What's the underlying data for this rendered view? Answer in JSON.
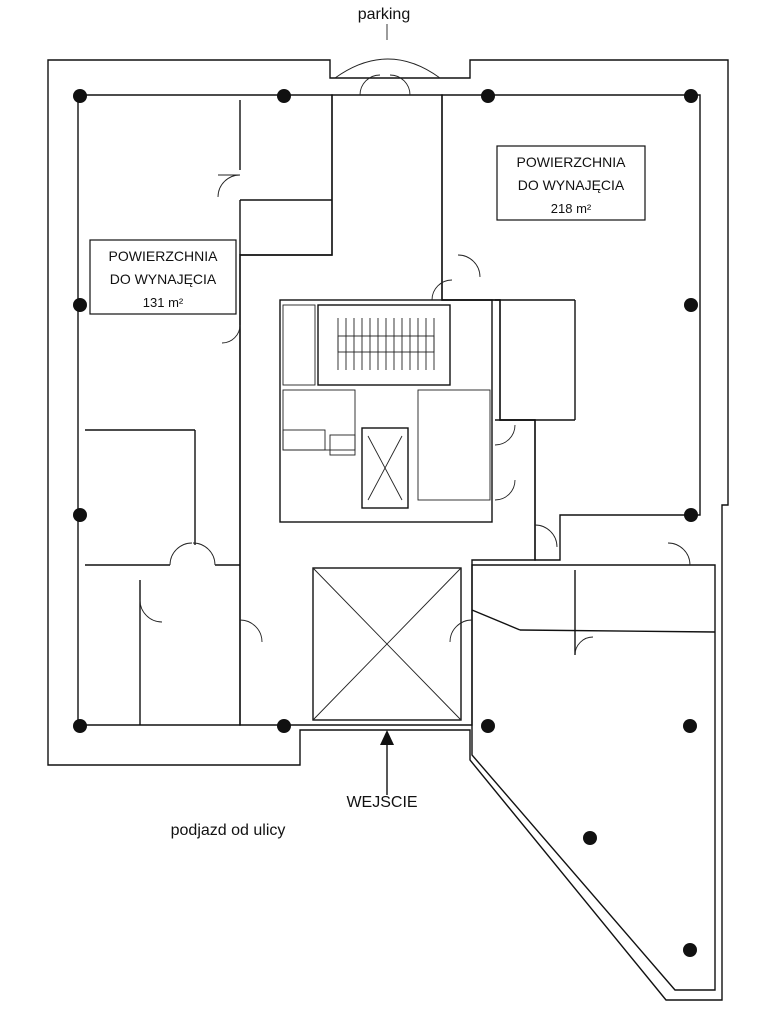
{
  "labels": {
    "parking": "parking",
    "entrance": "WEJSCIE",
    "driveway": "podjazd od ulicy"
  },
  "areas": [
    {
      "title_line1": "POWIERZCHNIA",
      "title_line2": "DO WYNAJĘCIA",
      "size": "218 m²"
    },
    {
      "title_line1": "POWIERZCHNIA",
      "title_line2": "DO WYNAJĘCIA",
      "size": "131 m²"
    }
  ],
  "colors": {
    "rentable_area": "#5ee6a6",
    "common_area": "#cfcfcf",
    "walls": "#111111"
  }
}
